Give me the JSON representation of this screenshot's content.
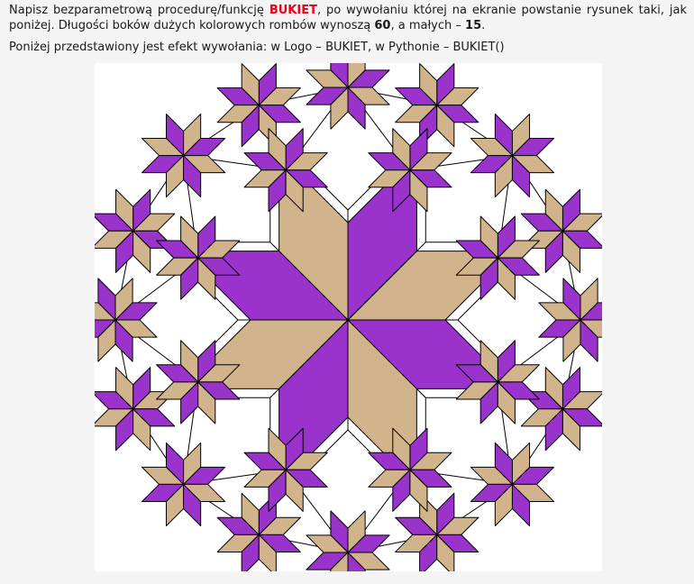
{
  "task": {
    "part1": "Napisz bezparametrową procedurę/funkcję ",
    "keyword": "BUKIET",
    "part2": ", po wywołaniu której na ekranie powstanie rysunek taki, jak poniżej. Długości boków dużych kolorowych rombów wynoszą ",
    "big_side": "60",
    "part3": ", a małych – ",
    "small_side": "15",
    "part4": "."
  },
  "subline": "Poniżej przedstawiony jest efekt wywołania: w Logo – BUKIET, w Pythonie – BUKIET()",
  "figure": {
    "colors": {
      "purple": "#9933cc",
      "tan": "#d2b48c",
      "stroke": "#000000",
      "background": "#ffffff"
    },
    "big_rhombus_side": 60,
    "small_rhombus_side": 15,
    "big_star_count": 1,
    "small_star_count": 24
  }
}
